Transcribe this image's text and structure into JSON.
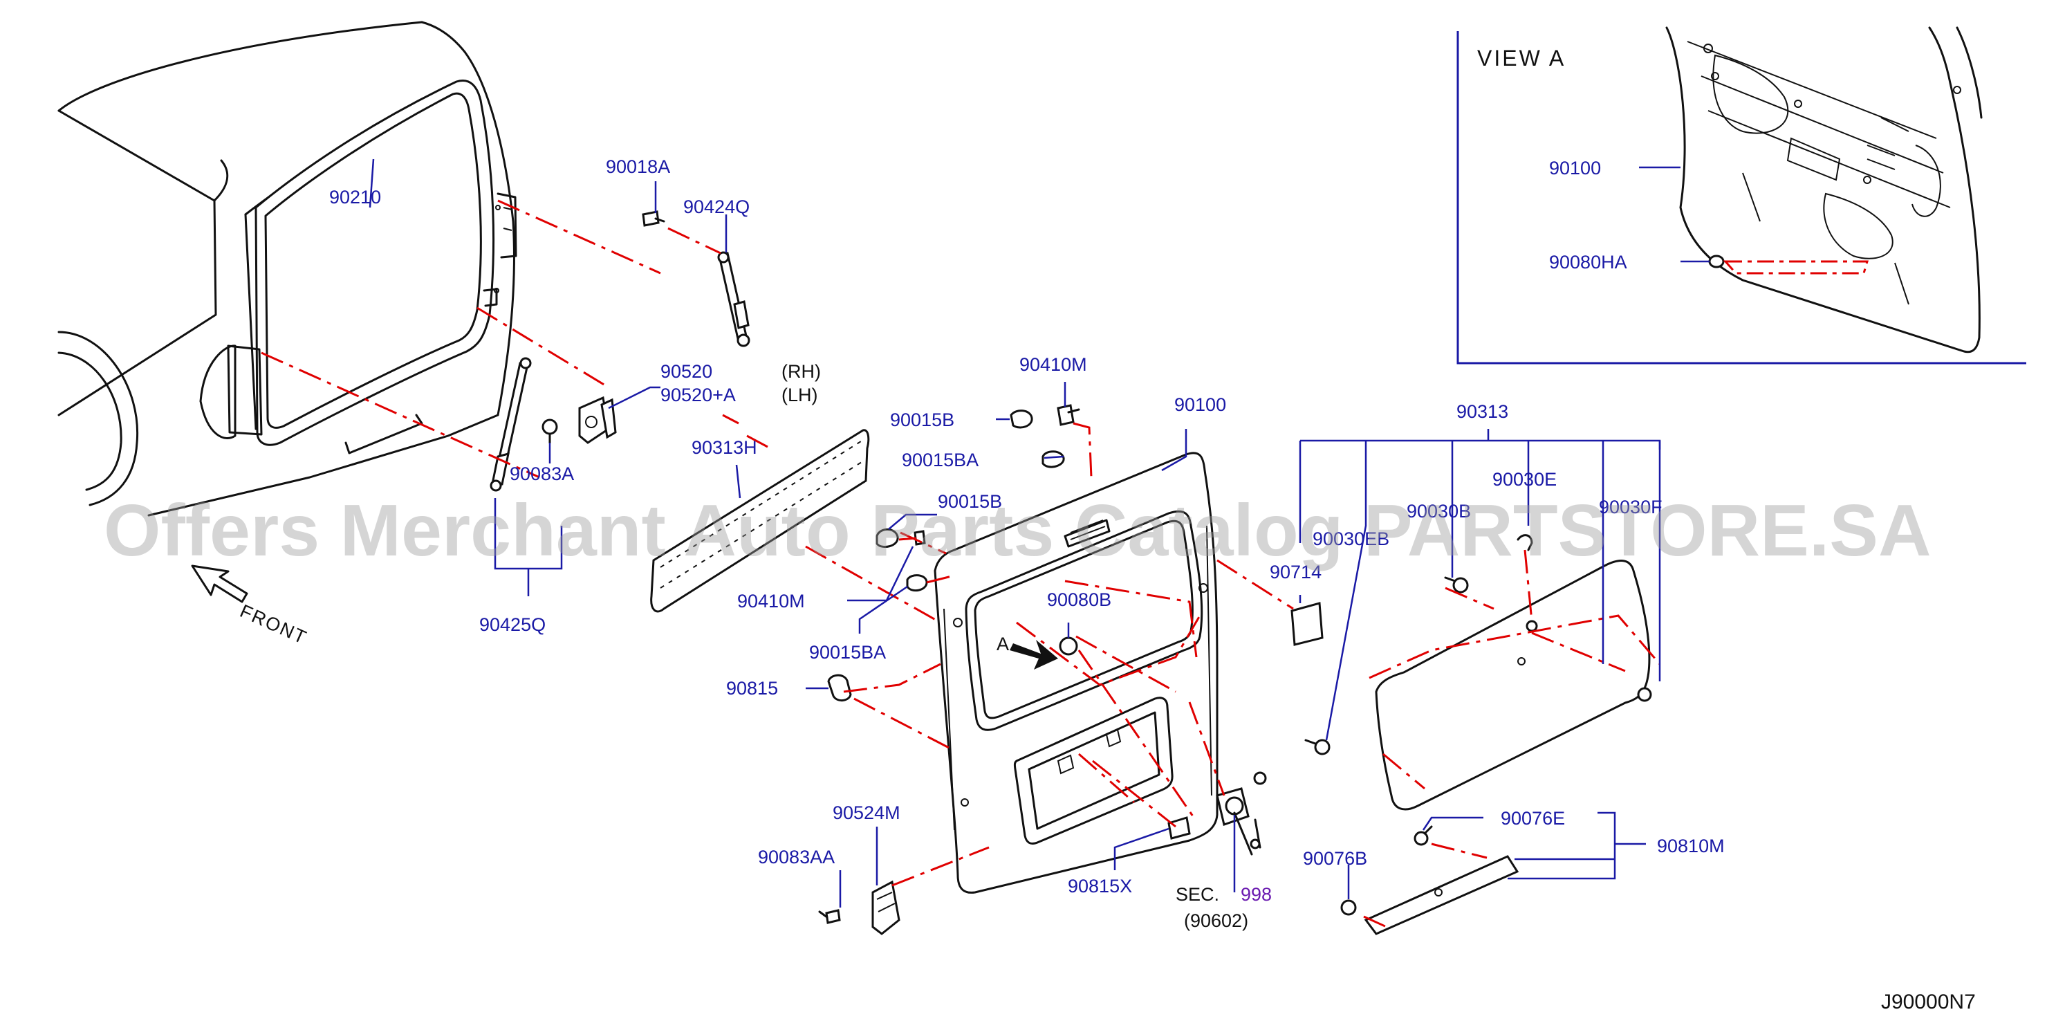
{
  "labels": {
    "p90210": "90210",
    "p90018A": "90018A",
    "p90424Q": "90424Q",
    "p90520": "90520",
    "p90520A": "90520+A",
    "rh": "(RH)",
    "lh": "(LH)",
    "p90083A": "90083A",
    "p90425Q": "90425Q",
    "p90313H": "90313H",
    "p90410M_top": "90410M",
    "p90015B_top": "90015B",
    "p90015BA_top": "90015BA",
    "p90015B_mid": "90015B",
    "p90410M_left": "90410M",
    "p90015BA_low": "90015BA",
    "p90100": "90100",
    "p90080B": "90080B",
    "arrowA": "A",
    "p90815": "90815",
    "p90524M": "90524M",
    "p90083AA": "90083AA",
    "p90815X": "90815X",
    "sec": "SEC.",
    "sec_num": "998",
    "sec_sub": "(90602)",
    "p90714": "90714",
    "p90313": "90313",
    "p90030E": "90030E",
    "p90030EB": "90030EB",
    "p90030B": "90030B",
    "p90030F": "90030F",
    "p90076E": "90076E",
    "p90076B": "90076B",
    "p90810M": "90810M",
    "front": "FRONT",
    "view_title": "VIEW  A",
    "view_90100": "90100",
    "view_90080HA": "90080HA",
    "diagram_code": "J90000N7"
  },
  "watermark": "Offers Merchant Auto Parts Catalog PARTSTORE.SA",
  "colors": {
    "label": "#1a1aa6",
    "guide": "#e00000",
    "line": "#111111"
  }
}
